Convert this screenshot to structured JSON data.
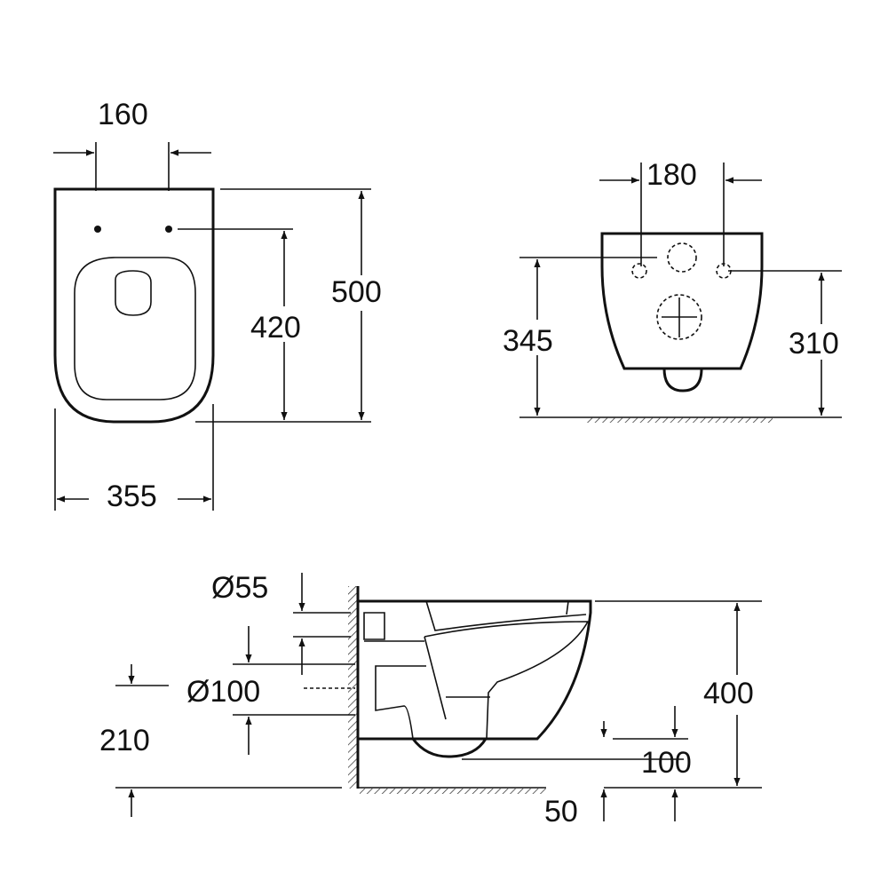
{
  "top_view": {
    "width_holes": "160",
    "depth_total": "500",
    "depth_holes": "420",
    "width": "355"
  },
  "rear_view": {
    "hole_spacing": "180",
    "height_left": "345",
    "height_right": "310"
  },
  "side_view": {
    "inlet_diameter": "Ø55",
    "outlet_diameter": "Ø100",
    "outlet_height": "210",
    "height": "400",
    "bowl_depth": "100",
    "floor_offset": "50"
  }
}
